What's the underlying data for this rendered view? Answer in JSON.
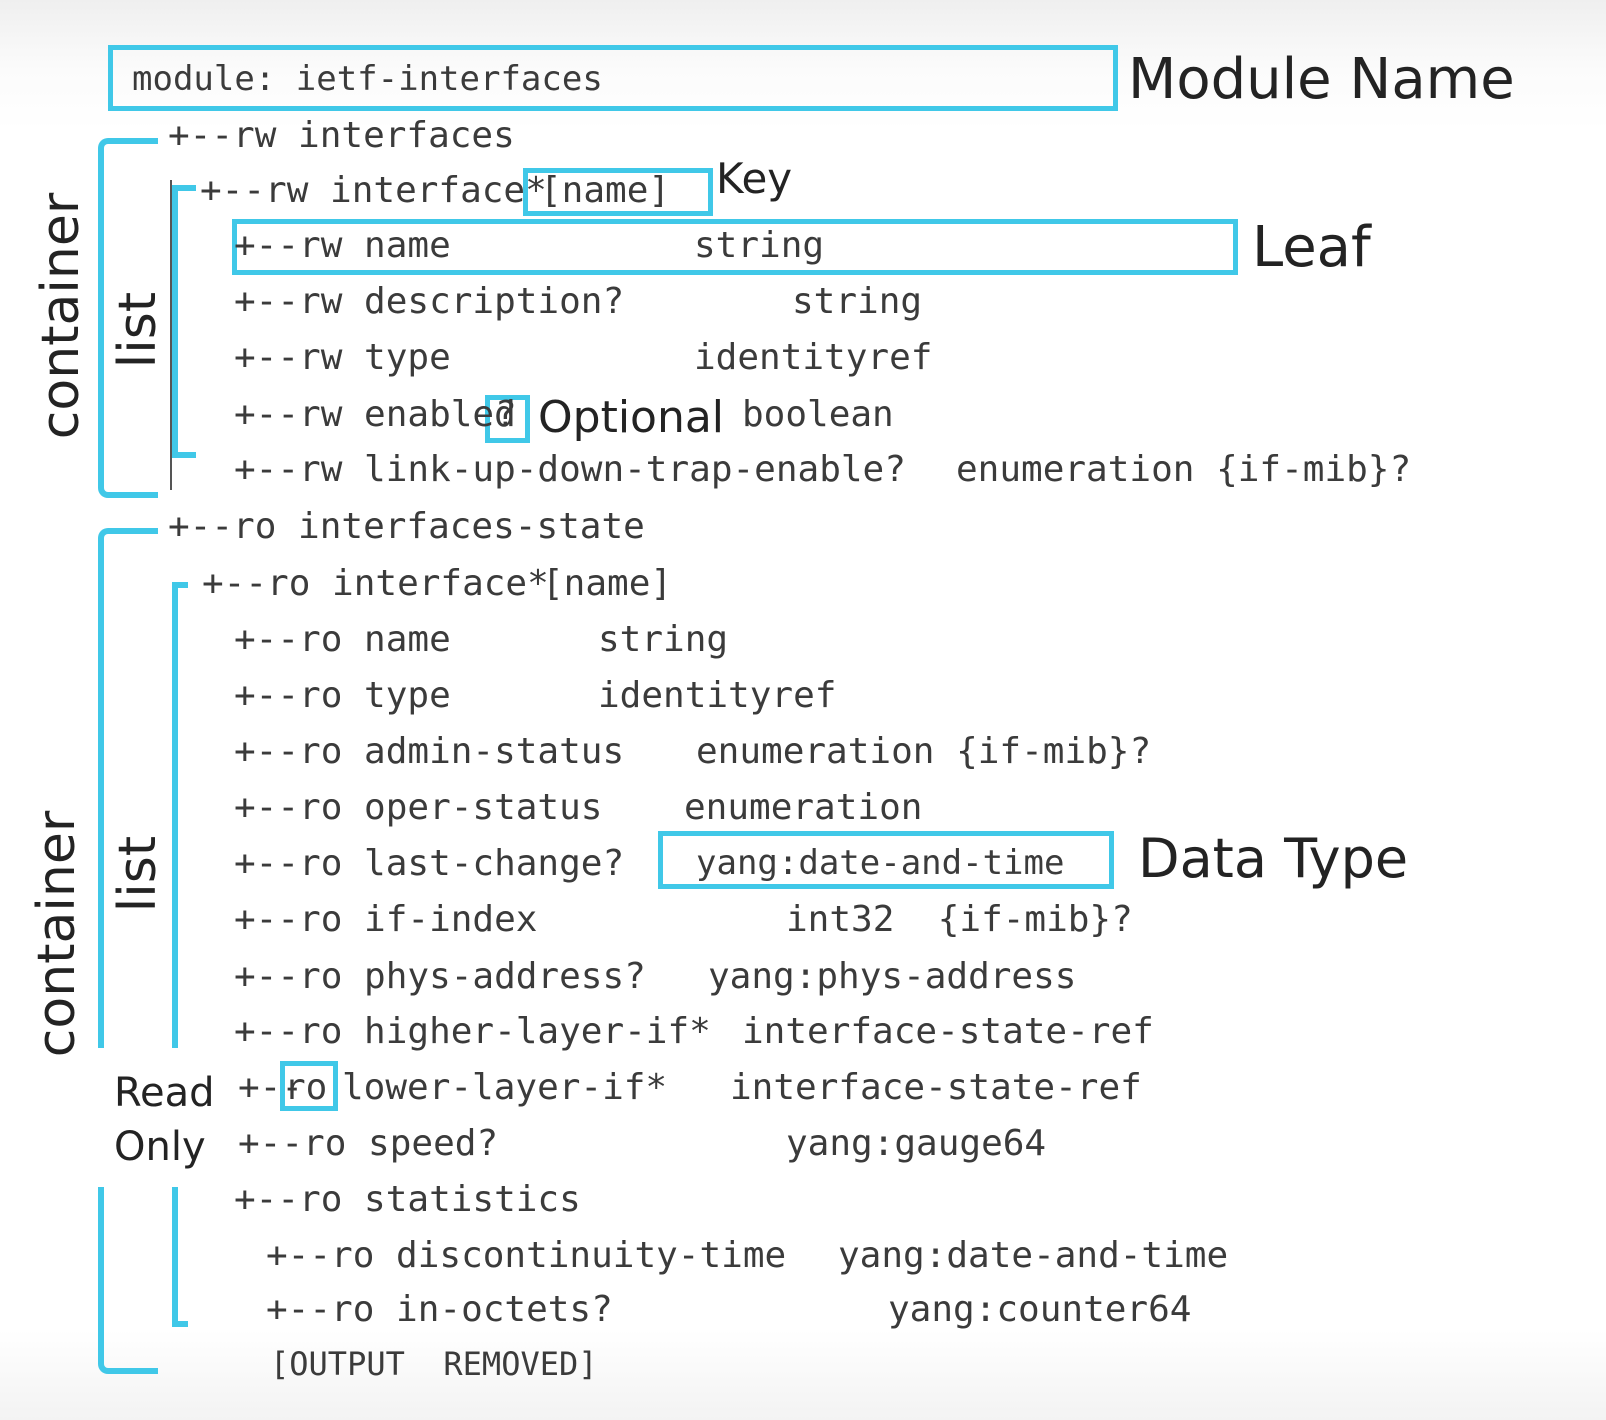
{
  "module_line": "module: ietf-interfaces",
  "callouts": {
    "module_name": "Module Name",
    "key": "Key",
    "leaf": "Leaf",
    "optional": "Optional",
    "data_type": "Data Type",
    "read": "Read",
    "only": "Only"
  },
  "side_labels": {
    "container_top": "container",
    "list_top": "list",
    "container_bottom": "container",
    "list_bottom": "list"
  },
  "tree": {
    "interfaces": "+--rw interfaces",
    "rw_interface": "+--rw interface*",
    "rw_interface_key": "[name]",
    "rw_name": "+--rw name",
    "rw_name_type": "string",
    "rw_description": "+--rw description?",
    "rw_description_type": "string",
    "rw_type": "+--rw type",
    "rw_type_type": "identityref",
    "rw_enabled": "+--rw enabled",
    "rw_enabled_q": "?",
    "rw_enabled_type": "boolean",
    "rw_linkup": "+--rw link-up-down-trap-enable?",
    "rw_linkup_type": "enumeration {if-mib}?",
    "interfaces_state": "+--ro interfaces-state",
    "ro_interface": "+--ro interface*",
    "ro_interface_key": "[name]",
    "ro_name": "+--ro name",
    "ro_name_type": "string",
    "ro_type": "+--ro type",
    "ro_type_type": "identityref",
    "ro_admin": "+--ro admin-status",
    "ro_admin_type": "enumeration {if-mib}?",
    "ro_oper": "+--ro oper-status",
    "ro_oper_type": "enumeration",
    "ro_lastchange": "+--ro last-change?",
    "ro_lastchange_type": "yang:date-and-time",
    "ro_ifindex": "+--ro if-index",
    "ro_ifindex_type": "int32  {if-mib}?",
    "ro_phys": "+--ro phys-address?",
    "ro_phys_type": "yang:phys-address",
    "ro_higher": "+--ro higher-layer-if*",
    "ro_higher_type": "interface-state-ref",
    "ro_lower_prefix": "+--",
    "ro_lower_ro": "ro",
    "ro_lower_name": "lower-layer-if*",
    "ro_lower_type": "interface-state-ref",
    "ro_speed": "+--ro speed?",
    "ro_speed_type": "yang:gauge64",
    "ro_stats": "+--ro statistics",
    "ro_discont": "+--ro discontinuity-time",
    "ro_discont_type": "yang:date-and-time",
    "ro_inoctets": "+--ro in-octets?",
    "ro_inoctets_type": "yang:counter64",
    "removed": "[OUTPUT  REMOVED]"
  },
  "colors": {
    "highlight": "#40c8e8",
    "text": "#3b3b3b",
    "label": "#232323"
  }
}
